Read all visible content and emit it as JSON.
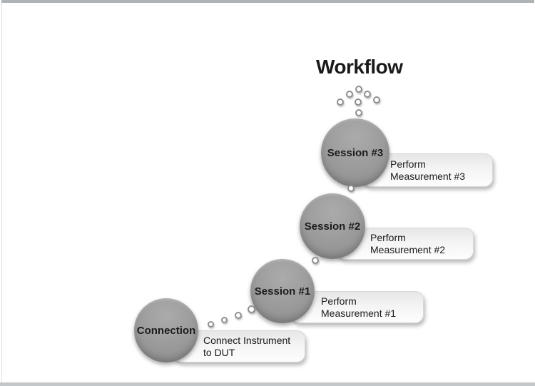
{
  "workflow": {
    "title": "Workflow",
    "steps": [
      {
        "id": "connection",
        "label": "Connection",
        "note_line1": "Connect Instrument",
        "note_line2": "to DUT"
      },
      {
        "id": "session-1",
        "label": "Session #1",
        "note_line1": "Perform",
        "note_line2": "Measurement #1"
      },
      {
        "id": "session-2",
        "label": "Session #2",
        "note_line1": "Perform",
        "note_line2": "Measurement #2"
      },
      {
        "id": "session-3",
        "label": "Session #3",
        "note_line1": "Perform",
        "note_line2": "Measurement #3"
      }
    ]
  },
  "colors": {
    "background": "#ffffff",
    "title_text": "#1a1a1a",
    "circle_fill": "#9a9a9a",
    "circle_text": "#1c1c1c",
    "callout_fill_top": "#e6e6e6",
    "callout_fill_bottom": "#fdfdfd",
    "callout_text": "#1a1a1a",
    "dot_border": "#909090",
    "frame_top_bar": "#b0b3b5",
    "frame_bottom_bar": "#c4c7c9"
  }
}
